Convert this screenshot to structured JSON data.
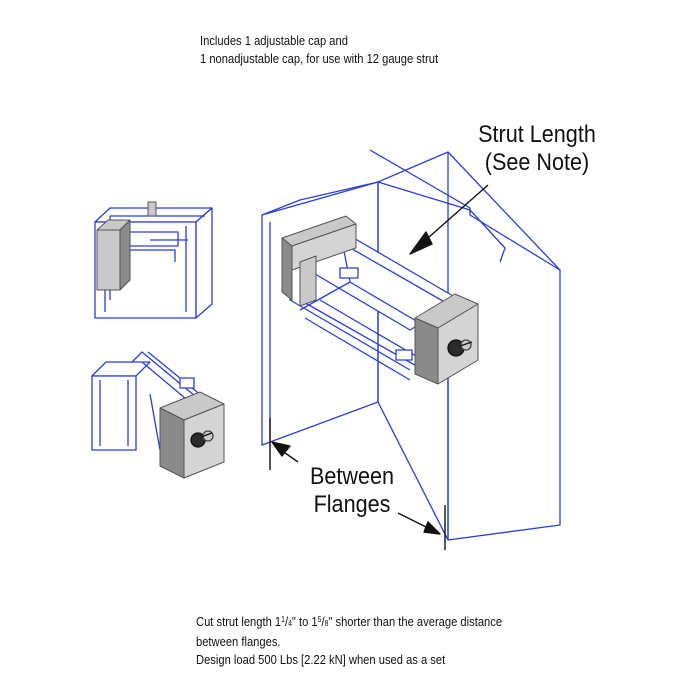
{
  "notes": {
    "top_line1": "Includes 1 adjustable cap and",
    "top_line2": "1 nonadjustable cap, for use with 12 gauge strut",
    "bottom_line1_pre": "Cut strut length 1",
    "bottom_frac1_num": "1",
    "bottom_frac1_den": "4",
    "bottom_line1_mid": "\" to 1",
    "bottom_frac2_num": "5",
    "bottom_frac2_den": "8",
    "bottom_line1_post": "\" shorter than the average distance",
    "bottom_line2": "between flanges.",
    "bottom_line3": "Design load 500 Lbs [2.22 kN] when used as a set"
  },
  "callouts": {
    "strut_length_line1": "Strut Length",
    "strut_length_line2": "(See Note)",
    "between_flanges_line1": "Between",
    "between_flanges_line2": "Flanges"
  },
  "colors": {
    "line_blue": "#2a3fd8",
    "cap_gray": "#c9c9c9",
    "cap_dark": "#8a8a8a",
    "ink": "#111111"
  }
}
